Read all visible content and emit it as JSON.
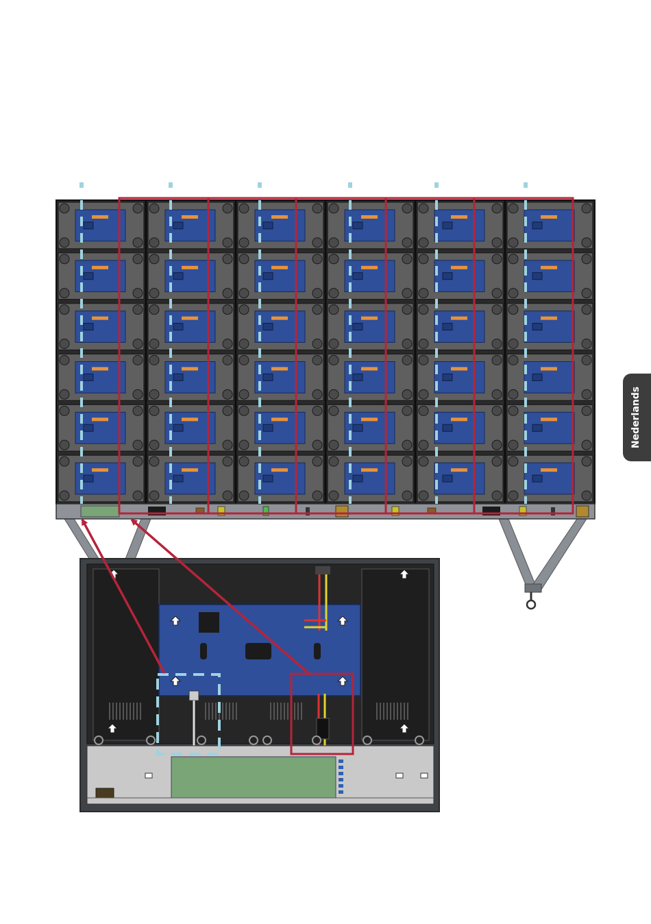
{
  "language_tab": {
    "label": "Nederlands"
  },
  "colors": {
    "cabinet_fill": "#5f5f5f",
    "module_blue": "#2f4f9a",
    "connector_orange": "#e8923a",
    "highlight_red": "#b5243a",
    "cable_path_cyan": "#9fd3e0",
    "pcb_green": "#7aa577",
    "rail_gray": "#8f9399",
    "bracket_gold": "#b08a2e"
  },
  "wall": {
    "columns": 6,
    "rows": 6
  }
}
